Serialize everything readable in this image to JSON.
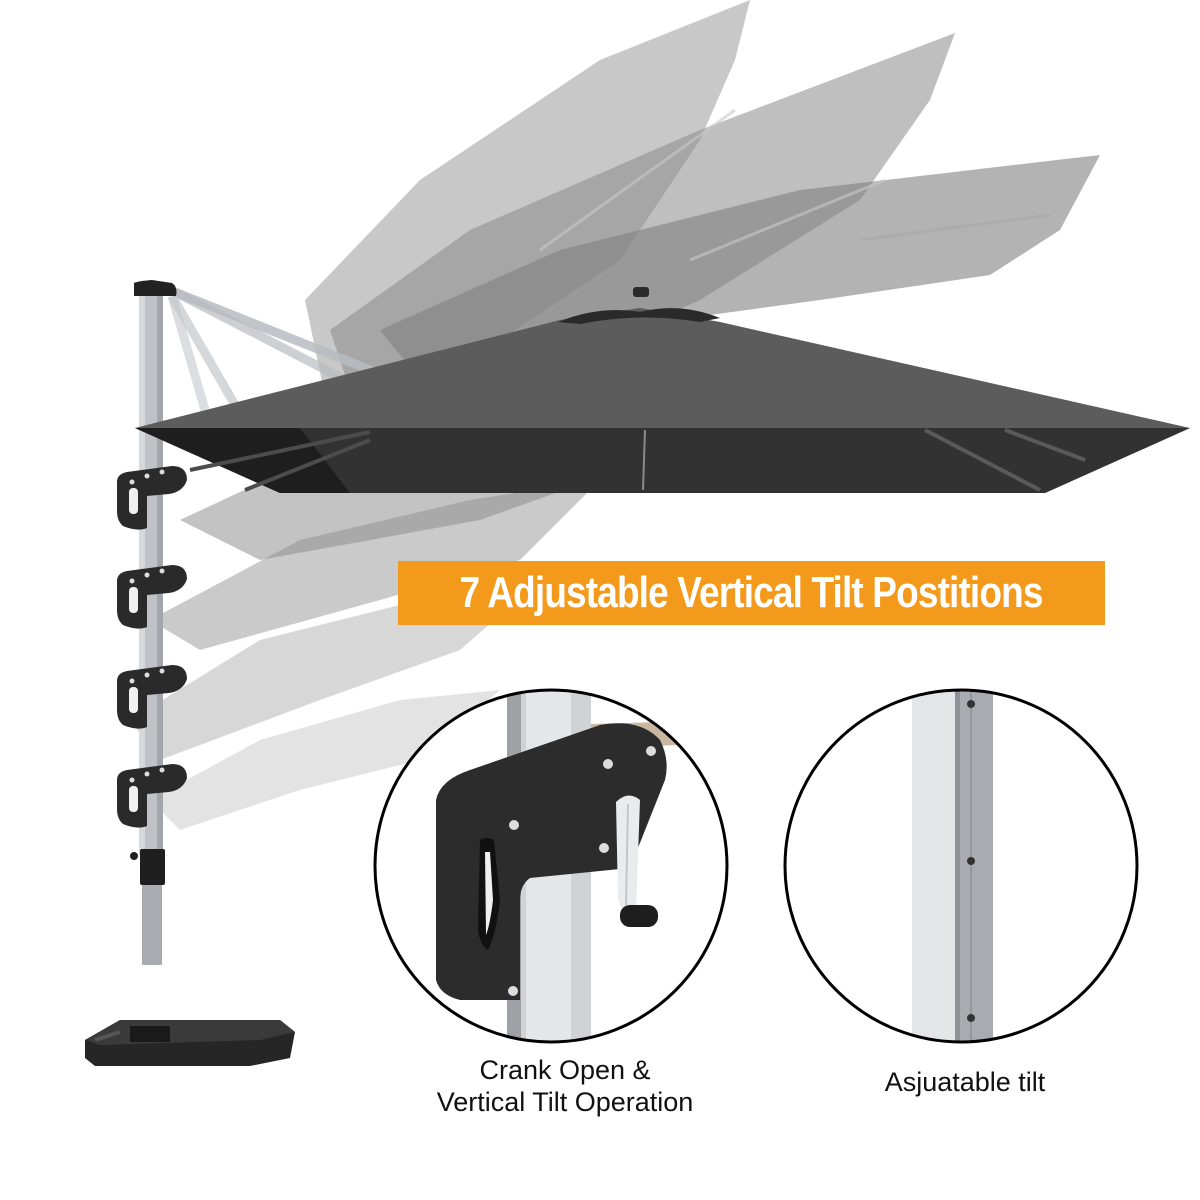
{
  "product": {
    "type": "offset patio umbrella",
    "canopy_color": "#5a5a5a",
    "tilt_positions": 7
  },
  "banner": {
    "text": "7 Adjustable Vertical Tilt Postitions",
    "background": "#f39a1c",
    "text_color": "#ffffff"
  },
  "details": [
    {
      "name": "crank-detail",
      "caption_line1": "Crank Open &",
      "caption_line2": "Vertical Tilt Operation"
    },
    {
      "name": "tilt-detail",
      "caption": "Asjuatable tilt"
    }
  ],
  "colors": {
    "pole": "#b9bdc1",
    "bracket": "#2b2b2b",
    "canopy_top": "#5e5e5e",
    "canopy_under": "#333333",
    "circle_border": "#000000"
  }
}
